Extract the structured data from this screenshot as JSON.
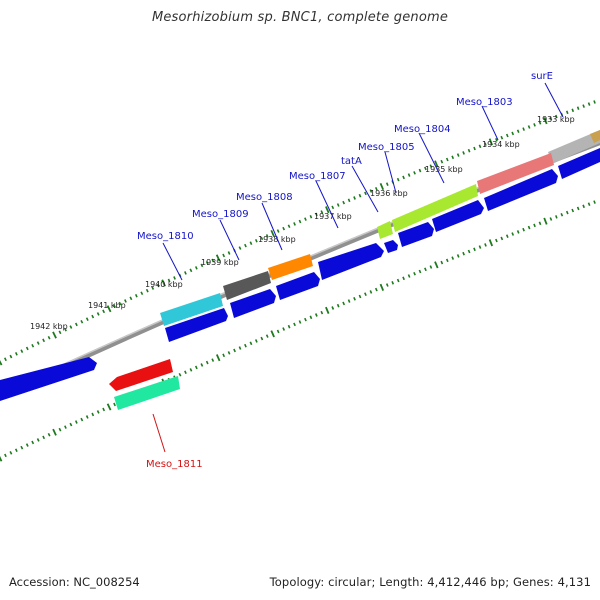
{
  "title": "Mesorhizobium sp. BNC1, complete genome",
  "footer": {
    "accession_label": "Accession:",
    "accession": "NC_008254",
    "topology_label": "Topology:",
    "topology": "circular;",
    "length_label": "Length:",
    "length": "4,412,446 bp;",
    "genes_label": "Genes:",
    "genes": "4,131"
  },
  "colors": {
    "forward_cds": "#0a0ad8",
    "label_blue": "#1414c8",
    "label_red": "#d21414",
    "backbone": "#8c8c8c",
    "tick_green": "#1e7a1e"
  },
  "tick_labels": [
    "1933 kbp",
    "1934 kbp",
    "1935 kbp",
    "1936 kbp",
    "1937 kbp",
    "1938 kbp",
    "1939 kbp",
    "1940 kbp",
    "1941 kbp",
    "1942 kbp"
  ],
  "genes": [
    {
      "label": "surE",
      "color": "#b4b4b4",
      "strand": "+"
    },
    {
      "label": "Meso_1803",
      "color": "#e87878",
      "strand": "+"
    },
    {
      "label": "Meso_1804",
      "color": "#a8e830",
      "strand": "+"
    },
    {
      "label": "Meso_1805",
      "color": "#a8e830",
      "strand": "+"
    },
    {
      "label": "tatA",
      "color": "#a8e830",
      "strand": "+"
    },
    {
      "label": "Meso_1807",
      "color": "#ff8800",
      "strand": "+"
    },
    {
      "label": "Meso_1808",
      "color": "#ff8800",
      "strand": "+"
    },
    {
      "label": "Meso_1809",
      "color": "#585858",
      "strand": "+"
    },
    {
      "label": "Meso_1810",
      "color": "#30c8d8",
      "strand": "+"
    },
    {
      "label": "Meso_1811",
      "color": "#20e8a0",
      "strand": "-"
    }
  ]
}
